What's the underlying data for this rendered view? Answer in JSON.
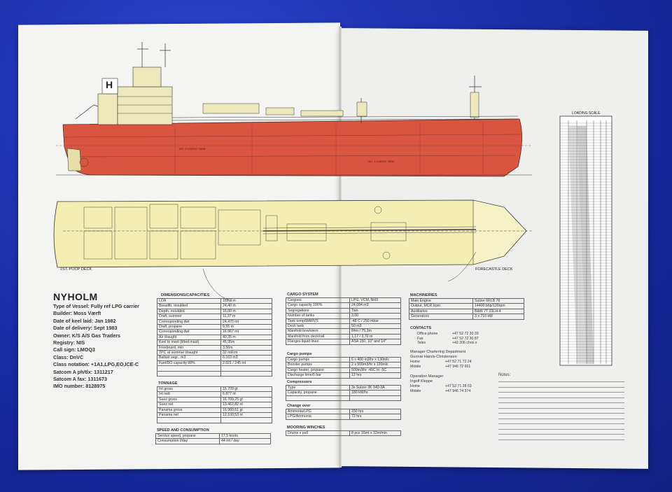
{
  "brochure": {
    "title": "NYHOLM",
    "specs": [
      "Type of Vessel: Fully ref LPG carrier",
      "Builder: Moss Værft",
      "Date of keel laid: Jan 1982",
      "Date of delivery: Sept 1983",
      "Owner: K/S A/S Gas Traders",
      "Registry: NIS",
      "Call sign: LMOQ3",
      "Class: DnVC",
      "Class notation: +1A1,LPG,EO,ICE-C",
      "Satcom A ph/tlx: 1311217",
      "Satcom A fax: 1311673",
      "IMO number: 8128975"
    ]
  },
  "drawing_labels": {
    "poop_deck": "1ST. POOP DECK",
    "forecastle": "FORECASTLE DECK",
    "loading_scale": "LOADING SCALE",
    "funnel_mark": "H",
    "tank1": "NO. 2 CARGO TANK",
    "tank2": "NO. 1 CARGO TANK"
  },
  "dimensions": {
    "heading": "DIMENSIONS/CAPACITIES",
    "rows": [
      [
        "LOA",
        "159,3 m"
      ],
      [
        "Breadth, moulded",
        "24,40 m"
      ],
      [
        "Depth, moulded",
        "16,00 m"
      ],
      [
        "Draft, summer",
        "11,37 m"
      ],
      [
        "Corresponding dwt",
        "24.470 mt"
      ],
      [
        "Draft, propane",
        "9,55 m"
      ],
      [
        "Corresponding dwt",
        "16.967 mt"
      ],
      [
        "Air draught",
        "40,35 m"
      ],
      [
        "Keel to mast (lifted mast)",
        "45,95m"
      ],
      [
        "Freeboard, min",
        "3,56m"
      ],
      [
        "TPC at summer draught",
        "32 mt/cm"
      ],
      [
        "Ballast segr., m3",
        "6.103 m3"
      ],
      [
        "Fuel/DO capacity 98%",
        "2.021 / 245 mt"
      ],
      [
        "",
        ""
      ],
      [
        "",
        ""
      ]
    ]
  },
  "tonnage": {
    "heading": "TONNAGE",
    "rows": [
      [
        "Int gross",
        "15.709 gt"
      ],
      [
        "Int nett",
        "6.877 nt"
      ],
      [
        "Suez gross",
        "16.709,25 gt"
      ],
      [
        "Suez net",
        "13.462,82 nt"
      ],
      [
        "Panama gross",
        "16.989,61 gt"
      ],
      [
        "Panama net",
        "12.100,53 nt"
      ],
      [
        "",
        ""
      ]
    ]
  },
  "speed": {
    "heading": "SPEED AND CONSUMPTION",
    "rows": [
      [
        "Service speed, propane",
        "17,5 knots"
      ],
      [
        "Consumption t/day",
        "44 mt / day"
      ]
    ]
  },
  "cargo": {
    "heading": "CARGO SYSTEM",
    "rows": [
      [
        "Cargoes",
        "LPG, VCM, NH3"
      ],
      [
        "Cargo capacity 100%",
        "24.084 m3"
      ],
      [
        "Segregations",
        "Two"
      ],
      [
        "Number of tanks",
        "3,00"
      ],
      [
        "Tank temp/MARVS",
        "-48 C / 250 mbar"
      ],
      [
        "Deck tank",
        "50 m3"
      ],
      [
        "Manifold bow/stern",
        "84m / 75,3m"
      ],
      [
        "Manifold from deck/rail",
        "1,17 / 3,70 m"
      ],
      [
        "Flanges liquid lines",
        "ASA 150, 10\" and 14\""
      ]
    ]
  },
  "cargo_pumps": {
    "heading": "Cargo pumps",
    "rows": [
      [
        "Cargo pumps",
        "6 x 400 m3/hr x 130mlc"
      ],
      [
        "Booster pumps",
        "2 x 500m3/hr x 120mlc"
      ],
      [
        "Cargo heater, propane",
        "500m3/hr -45C to -5C"
      ],
      [
        "Discharge time/5 bar",
        "12 hrs"
      ]
    ]
  },
  "compressors": {
    "heading": "Compressors",
    "rows": [
      [
        "Type",
        "3x Sulzer 3K 140-3A"
      ],
      [
        "Capacity, propane",
        "180 kW/hr"
      ],
      [
        "",
        ""
      ]
    ]
  },
  "change_over": {
    "heading": "Change over",
    "rows": [
      [
        "Ammonia/LPG",
        "150 hrs"
      ],
      [
        "LPG/Ammonia",
        "72 hrs"
      ]
    ]
  },
  "mooring": {
    "heading": "MOORING WINCHES",
    "rows": [
      [
        "Drums x pull",
        "8 pcs 16mt x 12m/min"
      ]
    ]
  },
  "machinery": {
    "heading": "MACHINERIES",
    "rows": [
      [
        "Main Engine",
        "Sulzer 6RLB 76"
      ],
      [
        "Output, MCR /rpm",
        "14400 bhp/120rpm"
      ],
      [
        "Auxiliaries",
        "B&W 7T 23LH-4"
      ],
      [
        "Generators",
        "3 x 710 kW"
      ]
    ]
  },
  "contacts": {
    "heading": "CONTACTS",
    "office": [
      [
        "Office phone",
        "+47 52 72 30 33"
      ],
      [
        "Fax",
        "+47 52 72 30 87"
      ],
      [
        "Telex",
        "+42 206 chris x"
      ]
    ],
    "chartering_heading": "Manager Chartering Department",
    "chartering_name": "Gunnar Harvis-Christensen",
    "chartering": [
      [
        "Home",
        "+47 52 71 72 24"
      ],
      [
        "Mobile",
        "+47 946 72 661"
      ]
    ],
    "ops_heading": "Operation Manager",
    "ops_name": "Ingolf Kleppe",
    "ops": [
      [
        "Home",
        "+47 52 71 28 63"
      ],
      [
        "Mobile",
        "+47 946 74 374"
      ]
    ]
  },
  "notes": {
    "label": "Notes:"
  },
  "colors": {
    "hull": "#d9553f",
    "deck_plan": "#f3eeb2",
    "background": "#1b2fa8",
    "paper": "#f4f4f2"
  }
}
